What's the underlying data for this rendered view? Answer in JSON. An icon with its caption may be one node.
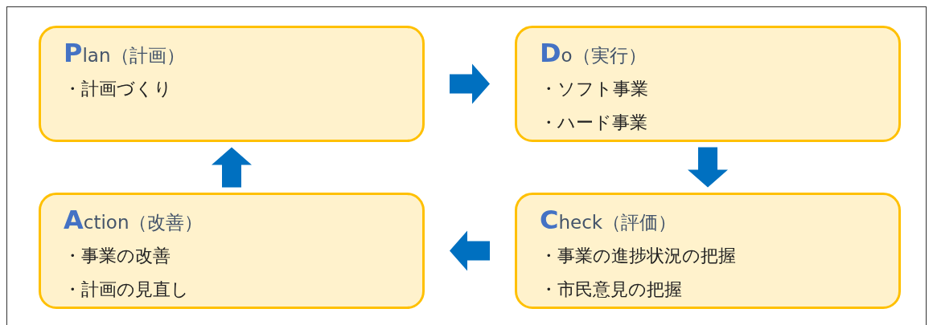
{
  "diagram": {
    "nodes": [
      {
        "text": [
          "Plan（計画）",
          "・計画づくり"
        ]
      },
      {
        "text": [
          "Do（実行）",
          "・ソフト事業",
          "・ハード事業"
        ]
      },
      {
        "text": [
          "Action（改善）",
          "・事業の改善",
          "・計画の見直し"
        ]
      },
      {
        "text": [
          "Check（評価）",
          "・事業の進捗状況の把握",
          "・市民意見の把握"
        ]
      }
    ],
    "edges": [
      {
        "from": 0,
        "to": 1,
        "arrow": "to",
        "style": "thick"
      },
      {
        "from": 1,
        "to": 3,
        "arrow": "to",
        "style": "thick"
      },
      {
        "from": 3,
        "to": 2,
        "arrow": "to",
        "style": "thick"
      },
      {
        "from": 2,
        "to": 0,
        "arrow": "to",
        "style": "thick"
      }
    ]
  }
}
